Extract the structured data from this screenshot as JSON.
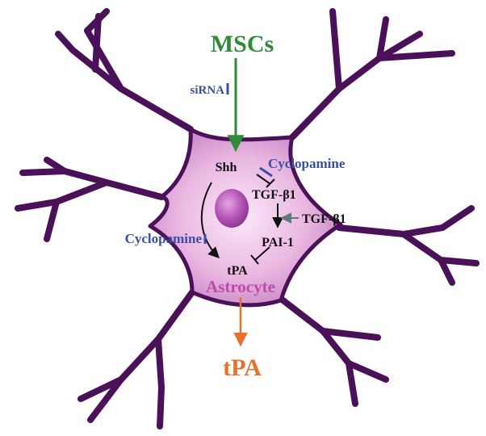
{
  "labels": {
    "mscs": "MSCs",
    "sirna": "siRNA",
    "shh": "Shh",
    "cyclopamine_top": "Cyclopamine",
    "tgfb1_inner": "TGF-β1",
    "tgfb1_outer": "TGF-β1",
    "pai1": "PAI-1",
    "cyclopamine_left": "Cyclopamine",
    "tpa_inner": "tPA",
    "astrocyte": "Astrocyte",
    "tpa_secreted": "tPA"
  },
  "colors": {
    "mscs": "#2e8b3a",
    "inhibitor_blue": "#3b4fa0",
    "astrocyte_label": "#c04aa8",
    "tpa_output": "#e8702a",
    "outline": "#4a1058",
    "cell_fill_center": "#f6d8f0",
    "cell_fill_edge": "#c98cc4",
    "nucleus": "#b455b6",
    "tgf_arrow": "#5f7a78"
  }
}
